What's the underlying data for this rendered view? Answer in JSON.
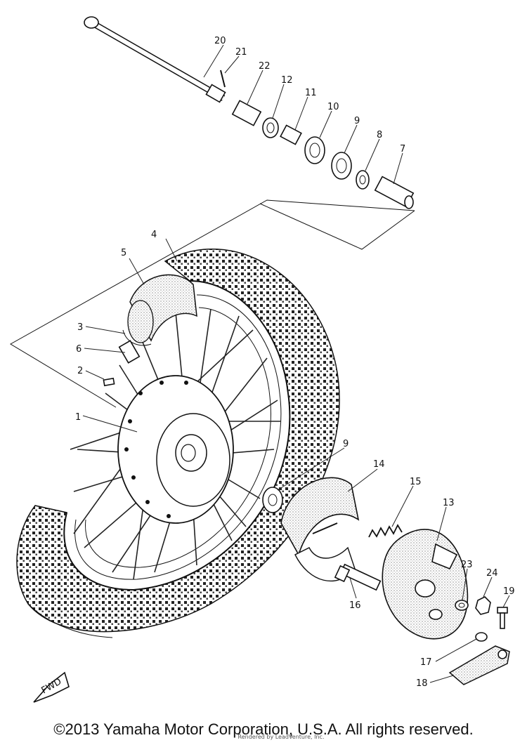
{
  "callouts": [
    {
      "id": "1",
      "label": "1"
    },
    {
      "id": "2",
      "label": "2"
    },
    {
      "id": "3",
      "label": "3"
    },
    {
      "id": "4",
      "label": "4"
    },
    {
      "id": "5",
      "label": "5"
    },
    {
      "id": "6",
      "label": "6"
    },
    {
      "id": "7",
      "label": "7"
    },
    {
      "id": "8",
      "label": "8"
    },
    {
      "id": "9a",
      "label": "9"
    },
    {
      "id": "9b",
      "label": "9"
    },
    {
      "id": "10",
      "label": "10"
    },
    {
      "id": "11",
      "label": "11"
    },
    {
      "id": "12",
      "label": "12"
    },
    {
      "id": "13",
      "label": "13"
    },
    {
      "id": "14",
      "label": "14"
    },
    {
      "id": "15",
      "label": "15"
    },
    {
      "id": "16",
      "label": "16"
    },
    {
      "id": "17",
      "label": "17"
    },
    {
      "id": "18",
      "label": "18"
    },
    {
      "id": "19",
      "label": "19"
    },
    {
      "id": "20",
      "label": "20"
    },
    {
      "id": "21",
      "label": "21"
    },
    {
      "id": "22",
      "label": "22"
    },
    {
      "id": "23",
      "label": "23"
    },
    {
      "id": "24",
      "label": "24"
    }
  ],
  "fwd_label": "FWD",
  "copyright": "©2013 Yamaha Motor Corporation, U.S.A. All rights reserved.",
  "rendered_by": "Rendered by LeadVenture, Inc."
}
